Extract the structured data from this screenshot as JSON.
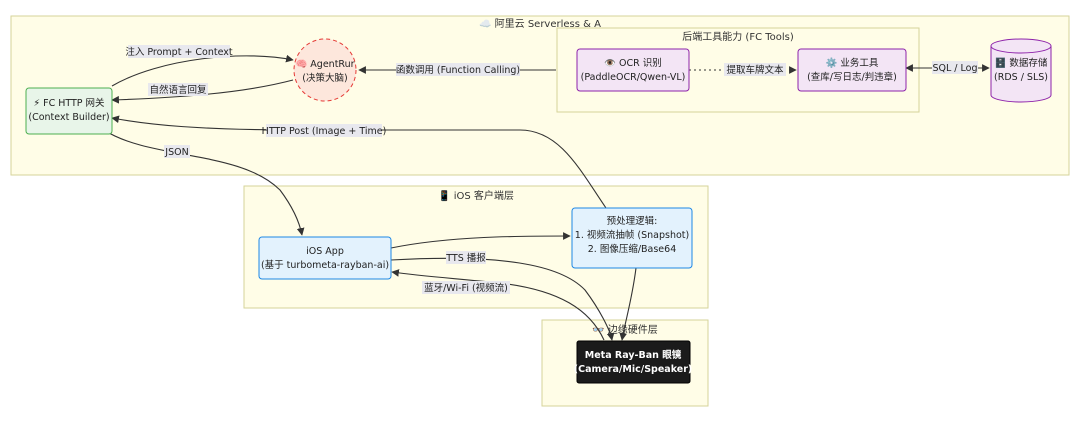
{
  "clusters": {
    "cloud": "☁️ 阿里云 Serverless & A",
    "tools": "后端工具能力 (FC Tools)",
    "ios": "📱 iOS 客户端层",
    "edge": "👓 边缘硬件层"
  },
  "nodes": {
    "fc": [
      "⚡ FC HTTP 网关",
      "(Context Builder)"
    ],
    "agent": [
      "🧠 AgentRur",
      "(决策大脑)"
    ],
    "ocr": [
      "👁️ OCR 识别",
      "(PaddleOCR/Qwen-VL)"
    ],
    "biz": [
      "⚙️ 业务工具",
      "(查库/写日志/判违章)"
    ],
    "db": [
      "🗄️ 数据存储",
      "(RDS / SLS)"
    ],
    "ios_app": [
      "iOS App",
      "(基于 turbometa-rayban-ai)"
    ],
    "pre": [
      "预处理逻辑:",
      "1. 视频流抽帧 (Snapshot)",
      "2. 图像压缩/Base64"
    ],
    "glasses": [
      "Meta Ray-Ban 眼镜",
      "(Camera/Mic/Speaker)"
    ]
  },
  "edges": {
    "inject": "注入 Prompt + Context",
    "reply": "自然语言回复",
    "func_call": "函数调用 (Function Calling)",
    "plate": "提取车牌文本",
    "sql": "SQL / Log",
    "http_post": "HTTP Post (Image + Time)",
    "json": "JSON",
    "tts": "TTS 播报",
    "bt": "蓝牙/Wi-Fi (视频流)"
  }
}
